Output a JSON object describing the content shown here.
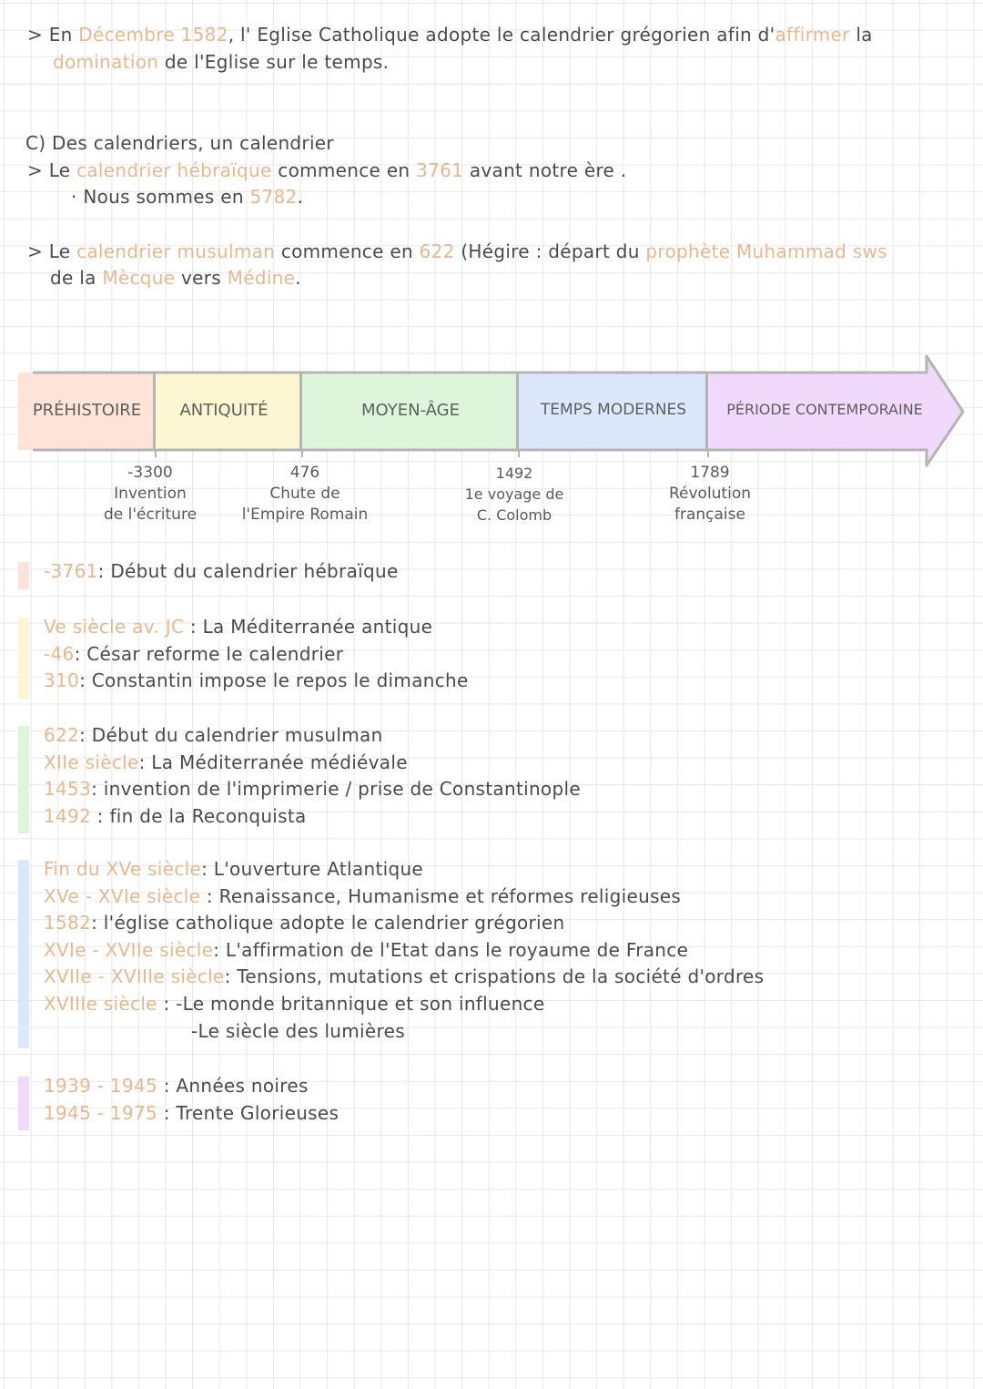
{
  "intro": {
    "line1_prefix": "> En ",
    "line1_h1": "Décembre 1582",
    "line1_mid": ", l' Eglise Catholique adopte le calendrier grégorien afin d'",
    "line1_h2": "affirmer",
    "line1_end": " la",
    "line2_h1": "domination",
    "line2_end": " de l'Eglise sur le temps."
  },
  "section_c": {
    "title": "C) Des calendriers, un calendrier",
    "heb_prefix": "> Le ",
    "heb_h1": "calendrier hébraïque",
    "heb_mid": " commence en ",
    "heb_h2": "3761",
    "heb_end": " avant notre ère .",
    "now_prefix": "· Nous sommes en ",
    "now_year": "5782",
    "now_end": ".",
    "mus_prefix": "> Le ",
    "mus_h1": "calendrier musulman",
    "mus_mid": " commence en ",
    "mus_h2": "622",
    "mus_mid2": " (Hégire : départ du ",
    "mus_h3": "prophète Muhammad sws",
    "mus2_prefix": "de la ",
    "mus2_h1": "Mècque",
    "mus2_mid": " vers ",
    "mus2_h2": "Médine",
    "mus2_end": "."
  },
  "timeline": {
    "periods": [
      {
        "label": "PRÉHISTOIRE",
        "color": "#fde3d8"
      },
      {
        "label": "ANTIQUITÉ",
        "color": "#fdf6d3"
      },
      {
        "label": "MOYEN-ÂGE",
        "color": "#ddf6db"
      },
      {
        "label": "TEMPS MODERNES",
        "color": "#dbe8fb"
      },
      {
        "label": "PÉRIODE CONTEMPORAINE",
        "color": "#f0d9fb"
      }
    ],
    "events": [
      {
        "date": "-3300",
        "l1": "Invention",
        "l2": "de l'écriture"
      },
      {
        "date": "476",
        "l1": "Chute de",
        "l2": "l'Empire Romain"
      },
      {
        "date": "1492",
        "l1": "1e voyage de",
        "l2": "C. Colomb"
      },
      {
        "date": "1789",
        "l1": "Révolution",
        "l2": "française"
      }
    ]
  },
  "groups": [
    {
      "color": "#fde3d8",
      "entries": [
        {
          "date": "-3761",
          "text": ": Début du calendrier hébraïque"
        }
      ]
    },
    {
      "color": "#fdf6d3",
      "entries": [
        {
          "date": "Ve siècle av. JC",
          "text": " : La Méditerranée antique"
        },
        {
          "date": "-46",
          "text": ": César reforme le calendrier"
        },
        {
          "date": "310",
          "text": ": Constantin impose le repos le dimanche"
        }
      ]
    },
    {
      "color": "#ddf6db",
      "entries": [
        {
          "date": "622",
          "text": ": Début du calendrier musulman"
        },
        {
          "date": "XIIe siècle",
          "text": ": La Méditerranée médiévale"
        },
        {
          "date": "1453",
          "text": ": invention de l'imprimerie / prise de Constantinople"
        },
        {
          "date": "1492",
          "text": " : fin de la Reconquista"
        }
      ]
    },
    {
      "color": "#dbe8fb",
      "entries": [
        {
          "date": "Fin du XVe siècle",
          "text": ": L'ouverture Atlantique"
        },
        {
          "date": "XVe - XVIe siècle",
          "text": " : Renaissance, Humanisme et réformes religieuses"
        },
        {
          "date": "1582",
          "text": ": l'église catholique adopte le calendrier grégorien"
        },
        {
          "date": "XVIe - XVIIe siècle",
          "text": ": L'affirmation de l'Etat dans le royaume de France"
        },
        {
          "date": "XVIIe - XVIIIe siècle",
          "text": ": Tensions, mutations et crispations de la société d'ordres"
        },
        {
          "date": "XVIIIe siècle",
          "text": " : -Le monde britannique et son influence"
        },
        {
          "date": "",
          "text": "-Le siècle des lumières"
        }
      ]
    },
    {
      "color": "#f0d9fb",
      "entries": [
        {
          "date": "1939 - 1945",
          "text": " : Années noires"
        },
        {
          "date": "1945 - 1975",
          "text": " : Trente Glorieuses"
        }
      ]
    }
  ]
}
